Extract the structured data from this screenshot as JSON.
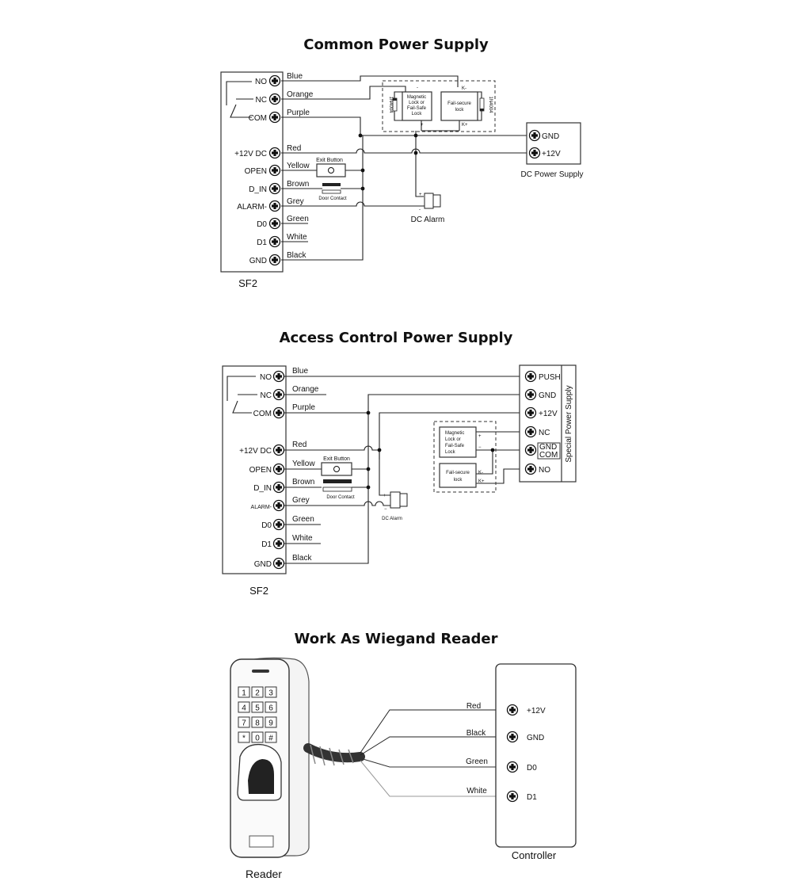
{
  "section1": {
    "title": "Common Power Supply",
    "device_label": "SF2",
    "terminals": [
      "NO",
      "NC",
      "COM",
      "+12V DC",
      "OPEN",
      "D_IN",
      "ALARM-",
      "D0",
      "D1",
      "GND"
    ],
    "wires": [
      "Blue",
      "Orange",
      "Purple",
      "Red",
      "Yellow",
      "Brown",
      "Grey",
      "Green",
      "White",
      "Black"
    ],
    "exit_button": "Exit Button",
    "door_contact": "Door Contact",
    "lock1": [
      "Magnetic",
      "Lock or",
      "Fail-Safe",
      "Lock"
    ],
    "lock2": [
      "Fail-secure",
      "lock"
    ],
    "diode": "1N4004",
    "k_minus": "K-",
    "k_plus": "K+",
    "minus": "-",
    "plus": "+",
    "alarm_label": "DC  Alarm",
    "psu_terminals": [
      "GND",
      "+12V"
    ],
    "psu_label": "DC Power Supply"
  },
  "section2": {
    "title": "Access Control Power Supply",
    "device_label": "SF2",
    "terminals": [
      "NO",
      "NC",
      "COM",
      "+12V DC",
      "OPEN",
      "D_IN",
      "ALARM-",
      "D0",
      "D1",
      "GND"
    ],
    "wires": [
      "Blue",
      "Orange",
      "Purple",
      "Red",
      "Yellow",
      "Brown",
      "Grey",
      "Green",
      "White",
      "Black"
    ],
    "exit_button": "Exit Button",
    "door_contact": "Door Contact",
    "lock1": [
      "Magnetic",
      "Lock or",
      "Fail-Safe",
      "Lock"
    ],
    "lock2": [
      "Fail-secure",
      "lock"
    ],
    "k_minus": "K-",
    "k_plus": "K+",
    "minus": "−",
    "plus": "+",
    "alarm_label": "DC Alarm",
    "psu_terminals": [
      "PUSH",
      "GND",
      "+12V",
      "NC",
      "GND",
      "COM",
      "NO"
    ],
    "psu_label": "Special Power Supply"
  },
  "section3": {
    "title": "Work As Wiegand Reader",
    "keys": [
      "1",
      "2",
      "3",
      "4",
      "5",
      "6",
      "7",
      "8",
      "9",
      "*",
      "0",
      "#"
    ],
    "wires": [
      "Red",
      "Black",
      "Green",
      "White"
    ],
    "terminals": [
      "+12V",
      "GND",
      "D0",
      "D1"
    ],
    "reader_label": "Reader",
    "controller_label": "Controller"
  }
}
